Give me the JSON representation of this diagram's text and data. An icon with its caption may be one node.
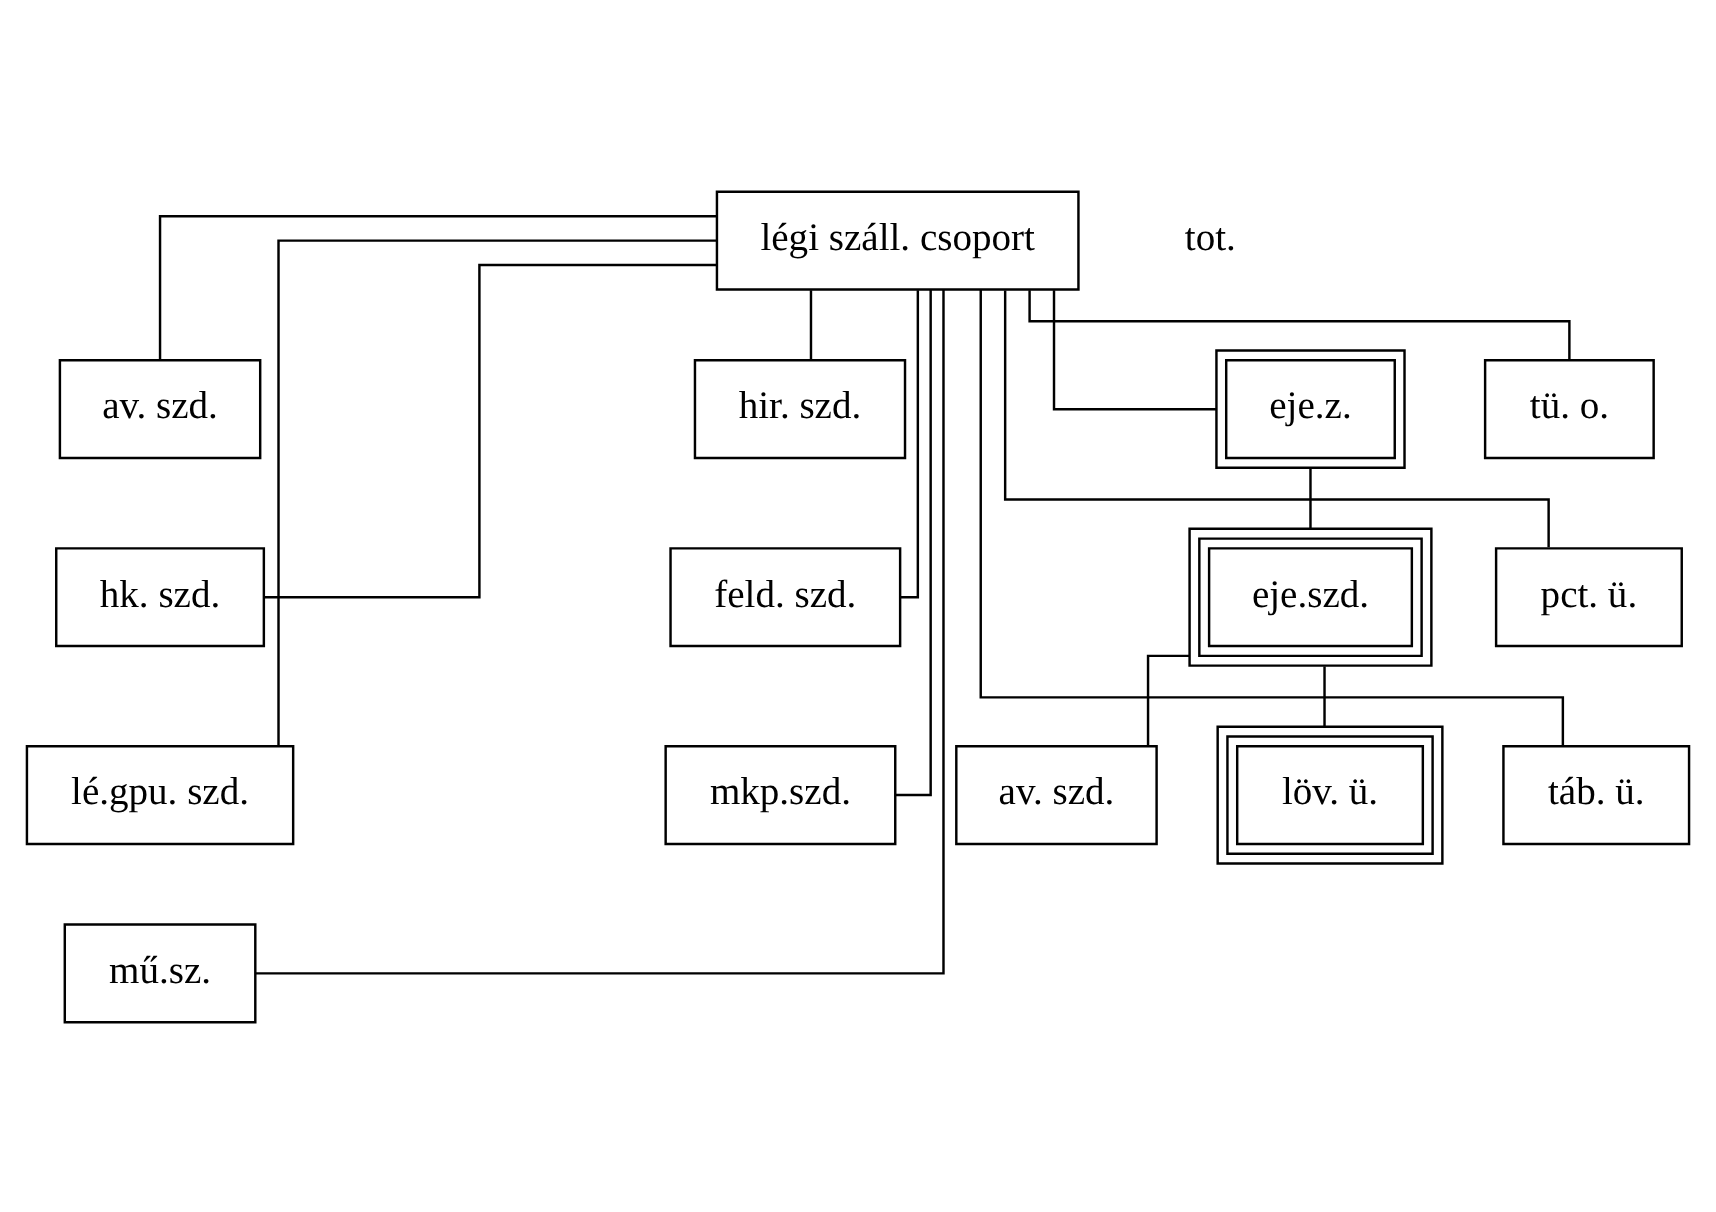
{
  "diagram": {
    "nodes": [
      {
        "text": [
          "légi száll. csoport"
        ]
      },
      {
        "text": [
          "av. szd."
        ]
      },
      {
        "text": [
          "hk. szd."
        ]
      },
      {
        "text": [
          "lé.gpu. szd."
        ]
      },
      {
        "text": [
          "mű.sz."
        ]
      },
      {
        "text": [
          "hir. szd."
        ]
      },
      {
        "text": [
          "feld. szd."
        ]
      },
      {
        "text": [
          "mkp.szd."
        ]
      },
      {
        "text": [
          "eje.z."
        ]
      },
      {
        "text": [
          "eje.szd."
        ]
      },
      {
        "text": [
          "tü. o."
        ]
      },
      {
        "text": [
          "pct. ü."
        ]
      },
      {
        "text": [
          "táb. ü."
        ]
      },
      {
        "text": [
          "av. szd."
        ]
      },
      {
        "text": [
          "löv. ü."
        ]
      }
    ],
    "edges": [
      {
        "from": 0,
        "to": 1,
        "arrow": "none"
      },
      {
        "from": 0,
        "to": 2,
        "arrow": "none"
      },
      {
        "from": 0,
        "to": 3,
        "arrow": "none"
      },
      {
        "from": 0,
        "to": 4,
        "arrow": "none"
      },
      {
        "from": 0,
        "to": 5,
        "arrow": "none"
      },
      {
        "from": 0,
        "to": 6,
        "arrow": "none"
      },
      {
        "from": 0,
        "to": 7,
        "arrow": "none"
      },
      {
        "from": 0,
        "to": 8,
        "arrow": "none"
      },
      {
        "from": 0,
        "to": 10,
        "arrow": "none"
      },
      {
        "from": 0,
        "to": 11,
        "arrow": "none"
      },
      {
        "from": 0,
        "to": 12,
        "arrow": "none"
      },
      {
        "from": 8,
        "to": 9,
        "arrow": "none"
      },
      {
        "from": 9,
        "to": 13,
        "arrow": "none"
      },
      {
        "from": 9,
        "to": 14,
        "arrow": "none"
      }
    ],
    "labels": [
      "tot."
    ]
  }
}
